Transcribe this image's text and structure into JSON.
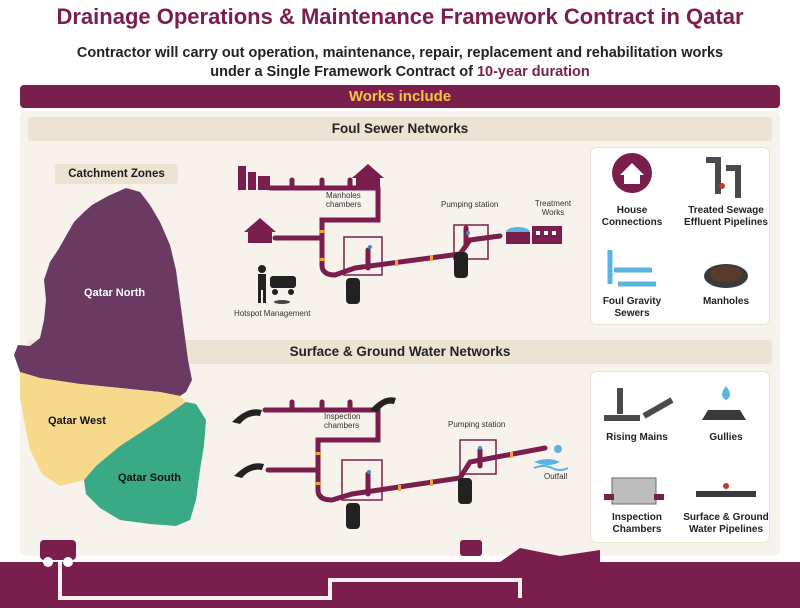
{
  "header": {
    "title": "Drainage Operations & Maintenance Framework Contract in Qatar",
    "subtitle_line1": "Contractor will carry out operation, maintenance, repair, replacement and rehabilitation works",
    "subtitle_line2_prefix": "under a Single Framework Contract of",
    "subtitle_highlight": "10-year duration"
  },
  "works_include": "Works include",
  "map": {
    "chip_label": "Catchment Zones",
    "zones": [
      {
        "label": "Qatar North",
        "color": "#6b3a63"
      },
      {
        "label": "Qatar West",
        "color": "#f6d98a"
      },
      {
        "label": "Qatar South",
        "color": "#3aa985"
      }
    ]
  },
  "foul": {
    "section_title": "Foul Sewer Networks",
    "diagram_labels": {
      "manholes": "Manholes chambers",
      "pumping": "Pumping station",
      "treatment": "Treatment Works",
      "hotspot": "Hotspot Management"
    },
    "legend": [
      {
        "label": "House Connections",
        "icon": "house-connection-icon"
      },
      {
        "label": "Treated Sewage Effluent Pipelines",
        "icon": "tse-pipeline-icon"
      },
      {
        "label": "Foul Gravity Sewers",
        "icon": "gravity-sewer-icon"
      },
      {
        "label": "Manholes",
        "icon": "manhole-cover-icon"
      }
    ]
  },
  "surface": {
    "section_title": "Surface & Ground Water Networks",
    "diagram_labels": {
      "inspection": "Inspection chambers",
      "pumping": "Pumping station",
      "outfall": "Outfall"
    },
    "legend": [
      {
        "label": "Rising Mains",
        "icon": "rising-main-icon"
      },
      {
        "label": "Gullies",
        "icon": "gully-icon"
      },
      {
        "label": "Inspection Chambers",
        "icon": "inspection-chamber-icon"
      },
      {
        "label": "Surface & Ground Water Pipelines",
        "icon": "water-pipeline-icon"
      }
    ]
  },
  "colors": {
    "brand": "#7a1f4d",
    "accent": "#f4c53d",
    "pipe_joint": "#f0a040",
    "panel": "#f7f3ec",
    "section": "#ece3d2"
  }
}
